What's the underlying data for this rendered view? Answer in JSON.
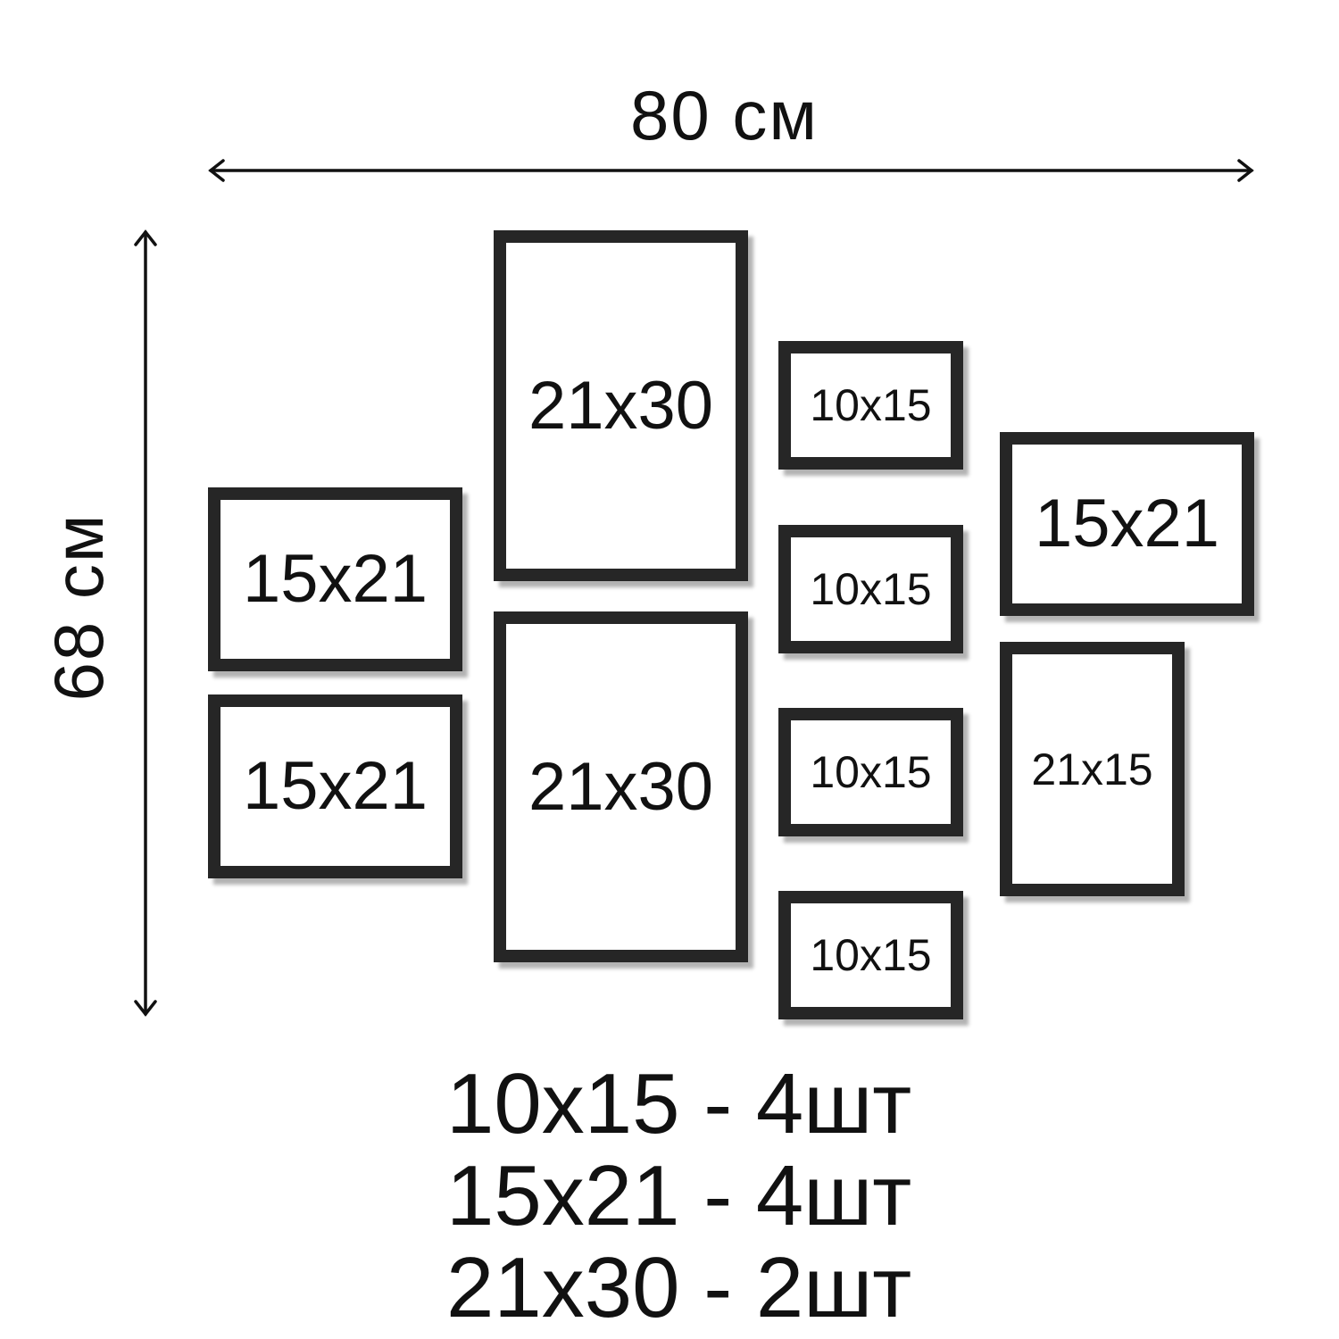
{
  "dimensions": {
    "width_label": "80 см",
    "height_label": "68 см"
  },
  "frames": [
    {
      "id": "left-top",
      "label": "15x21"
    },
    {
      "id": "left-bottom",
      "label": "15x21"
    },
    {
      "id": "center-top",
      "label": "21x30"
    },
    {
      "id": "center-bottom",
      "label": "21x30"
    },
    {
      "id": "small-1",
      "label": "10x15"
    },
    {
      "id": "small-2",
      "label": "10x15"
    },
    {
      "id": "small-3",
      "label": "10x15"
    },
    {
      "id": "small-4",
      "label": "10x15"
    },
    {
      "id": "right-top",
      "label": "15x21"
    },
    {
      "id": "right-bottom",
      "label": "21x15"
    }
  ],
  "totals": [
    "10x15 - 4шт",
    "15x21 - 4шт",
    "21x30 - 2шт"
  ],
  "colors": {
    "frame": "#262626",
    "text": "#111111",
    "background": "#ffffff"
  }
}
